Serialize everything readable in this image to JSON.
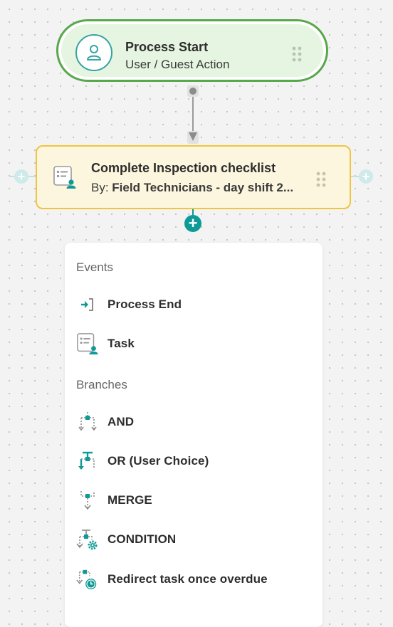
{
  "start_node": {
    "title": "Process Start",
    "subtitle": "User / Guest Action",
    "icon": "user-icon"
  },
  "task_node": {
    "title": "Complete Inspection checklist",
    "by_prefix": "By:",
    "assignee": "Field Technicians - day shift 2...",
    "icon": "task-icon"
  },
  "menu": {
    "events_heading": "Events",
    "events": [
      {
        "label": "Process End",
        "icon": "process-end-icon"
      },
      {
        "label": "Task",
        "icon": "task-icon"
      }
    ],
    "branches_heading": "Branches",
    "branches": [
      {
        "label": "AND",
        "icon": "and-branch-icon"
      },
      {
        "label": "OR (User Choice)",
        "icon": "or-branch-icon"
      },
      {
        "label": "MERGE",
        "icon": "merge-icon"
      },
      {
        "label": "CONDITION",
        "icon": "condition-icon"
      },
      {
        "label": "Redirect task once overdue",
        "icon": "redirect-overdue-icon"
      }
    ]
  },
  "colors": {
    "start_border": "#57a84a",
    "start_fill": "#e6f5e1",
    "task_border": "#f0c440",
    "task_fill": "#fdf6de",
    "accent_teal": "#0e9a96"
  }
}
